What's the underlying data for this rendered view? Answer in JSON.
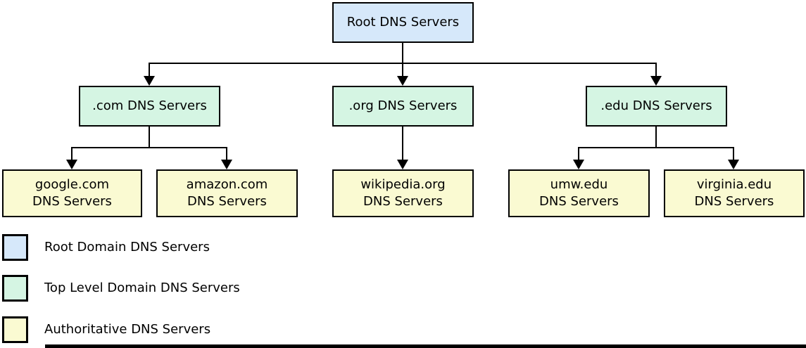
{
  "diagram": {
    "nodes": {
      "root": {
        "label": "Root DNS Servers"
      },
      "com": {
        "label": ".com DNS Servers"
      },
      "org": {
        "label": ".org DNS Servers"
      },
      "edu": {
        "label": ".edu DNS Servers"
      },
      "google": {
        "label": "google.com\nDNS Servers"
      },
      "amazon": {
        "label": "amazon.com\nDNS Servers"
      },
      "wikipedia": {
        "label": "wikipedia.org\nDNS Servers"
      },
      "umw": {
        "label": "umw.edu\nDNS Servers"
      },
      "virginia": {
        "label": "virginia.edu\nDNS Servers"
      }
    },
    "colors": {
      "root_fill": "#d6e8fa",
      "tld_fill": "#d5f5e3",
      "authoritative_fill": "#fafad2",
      "line": "#000000"
    }
  },
  "legend": {
    "items": [
      {
        "label": "Root Domain DNS Servers",
        "color": "#d6e8fa"
      },
      {
        "label": "Top Level Domain DNS Servers",
        "color": "#d5f5e3"
      },
      {
        "label": "Authoritative DNS Servers",
        "color": "#fafad2"
      }
    ]
  }
}
